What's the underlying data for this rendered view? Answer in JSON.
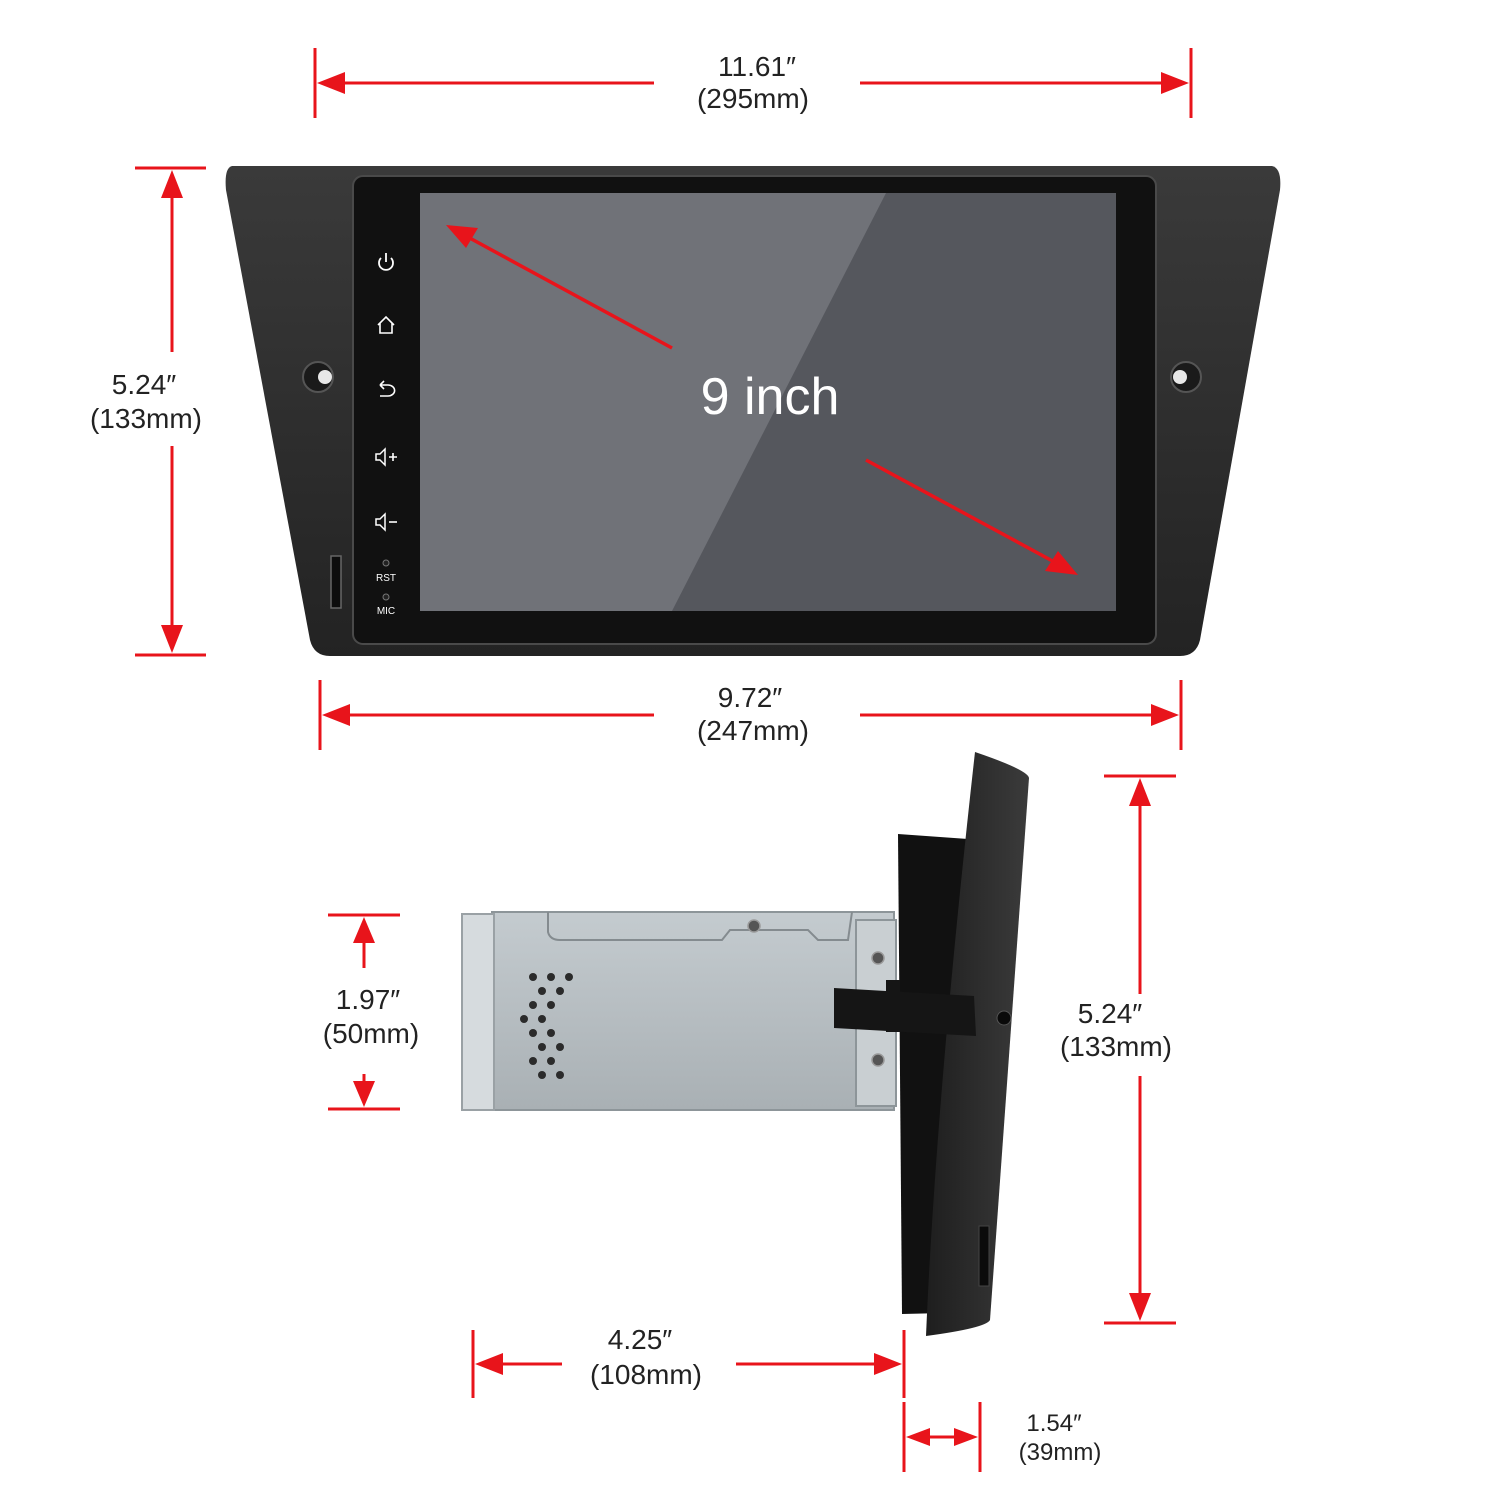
{
  "screen_label": "9 inch",
  "side_keys": {
    "reset": "RST",
    "microphone": "MIC"
  },
  "dimensions": {
    "overall_width": {
      "inch": "11.61″",
      "mm": "(295mm)"
    },
    "front_height": {
      "inch": "5.24″",
      "mm": "(133mm)"
    },
    "frame_width": {
      "inch": "9.72″",
      "mm": "(247mm)"
    },
    "chassis_height": {
      "inch": "1.97″",
      "mm": "(50mm)"
    },
    "side_height": {
      "inch": "5.24″",
      "mm": "(133mm)"
    },
    "chassis_depth": {
      "inch": "4.25″",
      "mm": "(108mm)"
    },
    "panel_depth": {
      "inch": "1.54″",
      "mm": "(39mm)"
    }
  },
  "colors": {
    "dimension": "#e8141b",
    "bezel": "#2b2b2b",
    "screen": "#55575d",
    "chassis": "#b7bec2"
  },
  "icons": [
    "power-icon",
    "home-icon",
    "back-icon",
    "volume-up-icon",
    "volume-down-icon"
  ]
}
